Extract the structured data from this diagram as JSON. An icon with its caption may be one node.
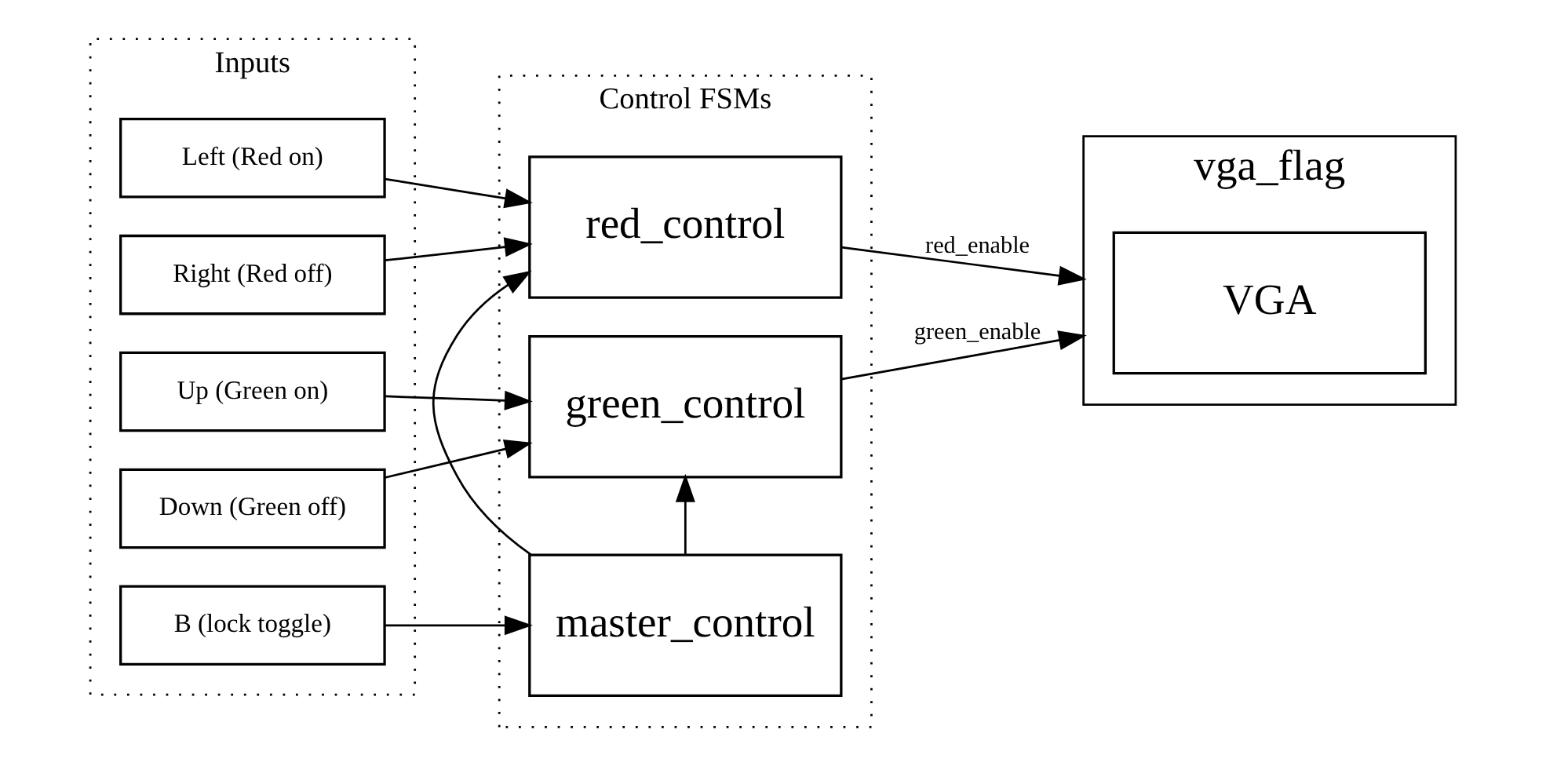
{
  "diagram": {
    "nodes": [
      {
        "text": [
          "Inputs"
        ]
      },
      {
        "text": [
          "Left (Red on)"
        ],
        "in": 0
      },
      {
        "text": [
          "Right (Red off)"
        ],
        "in": 0
      },
      {
        "text": [
          "Up (Green on)"
        ],
        "in": 0
      },
      {
        "text": [
          "Down (Green off)"
        ],
        "in": 0
      },
      {
        "text": [
          "B (lock toggle)"
        ],
        "in": 0
      },
      {
        "text": [
          "Control FSMs"
        ]
      },
      {
        "text": [
          "red_control"
        ],
        "in": 6
      },
      {
        "text": [
          "green_control"
        ],
        "in": 6
      },
      {
        "text": [
          "master_control"
        ],
        "in": 6
      },
      {
        "text": [
          "vga_flag"
        ]
      },
      {
        "text": [
          "VGA"
        ],
        "in": 10
      }
    ],
    "edges": [
      {
        "from": 1,
        "to": 7,
        "arrow": "to"
      },
      {
        "from": 2,
        "to": 7,
        "arrow": "to"
      },
      {
        "from": 3,
        "to": 8,
        "arrow": "to"
      },
      {
        "from": 4,
        "to": 8,
        "arrow": "to"
      },
      {
        "from": 5,
        "to": 9,
        "arrow": "to"
      },
      {
        "from": 9,
        "to": 7,
        "arrow": "to"
      },
      {
        "from": 9,
        "to": 8,
        "arrow": "to"
      },
      {
        "from": 7,
        "to": 10,
        "arrow": "to",
        "label": "red_enable"
      },
      {
        "from": 8,
        "to": 10,
        "arrow": "to",
        "label": "green_enable"
      }
    ]
  }
}
